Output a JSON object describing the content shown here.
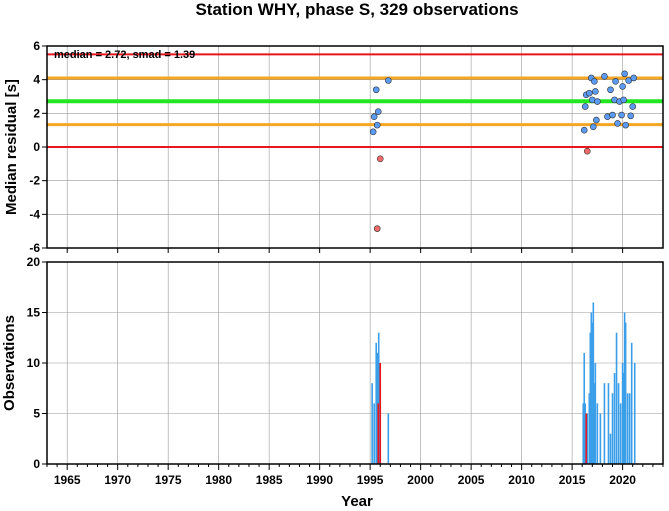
{
  "chart_data": [
    {
      "type": "scatter",
      "title": "Station WHY, phase S, 329 observations",
      "ylabel": "Median residual [s]",
      "xlim": [
        1963,
        2024
      ],
      "ylim": [
        -6,
        6
      ],
      "yticks": [
        -6,
        -4,
        -2,
        0,
        2,
        4,
        6
      ],
      "grid": true,
      "annotation": "median = 2.72, smad = 1.39",
      "reference_lines": [
        {
          "y": 5.5,
          "color": "#e8161c"
        },
        {
          "y": 4.1,
          "color": "#f5a623"
        },
        {
          "y": 2.72,
          "color": "#22e622"
        },
        {
          "y": 1.33,
          "color": "#f5a623"
        },
        {
          "y": 0.0,
          "color": "#e8161c"
        }
      ],
      "series": [
        {
          "color": "#5b9bf5",
          "points": [
            [
              1995.3,
              0.9
            ],
            [
              1995.4,
              1.8
            ],
            [
              1995.6,
              3.4
            ],
            [
              1995.7,
              1.3
            ],
            [
              1995.8,
              2.1
            ],
            [
              1996.8,
              3.95
            ],
            [
              2016.2,
              1.0
            ],
            [
              2016.3,
              2.4
            ],
            [
              2016.4,
              3.1
            ],
            [
              2016.7,
              3.2
            ],
            [
              2016.9,
              4.1
            ],
            [
              2017.0,
              2.8
            ],
            [
              2017.1,
              1.2
            ],
            [
              2017.2,
              3.9
            ],
            [
              2017.3,
              3.3
            ],
            [
              2017.4,
              1.6
            ],
            [
              2017.5,
              2.7
            ],
            [
              2018.2,
              4.2
            ],
            [
              2018.5,
              1.8
            ],
            [
              2018.8,
              3.4
            ],
            [
              2019.0,
              1.9
            ],
            [
              2019.2,
              2.8
            ],
            [
              2019.3,
              3.9
            ],
            [
              2019.5,
              1.4
            ],
            [
              2019.7,
              2.7
            ],
            [
              2019.9,
              1.9
            ],
            [
              2020.0,
              3.6
            ],
            [
              2020.1,
              2.8
            ],
            [
              2020.2,
              4.35
            ],
            [
              2020.3,
              1.3
            ],
            [
              2020.6,
              3.95
            ],
            [
              2020.8,
              1.85
            ],
            [
              2021.0,
              2.4
            ],
            [
              2021.1,
              4.1
            ]
          ]
        },
        {
          "color": "#f26b6b",
          "points": [
            [
              1995.7,
              -4.85
            ],
            [
              1996.0,
              -0.7
            ],
            [
              2016.5,
              -0.25
            ]
          ]
        }
      ]
    },
    {
      "type": "bar",
      "ylabel": "Observations",
      "xlabel": "Year",
      "xlim": [
        1963,
        2024
      ],
      "ylim": [
        0,
        20
      ],
      "yticks": [
        0,
        5,
        10,
        15,
        20
      ],
      "xticks": [
        1965,
        1970,
        1975,
        1980,
        1985,
        1990,
        1995,
        2000,
        2005,
        2010,
        2015,
        2020
      ],
      "grid": true,
      "series": [
        {
          "color": "#3b9ee8",
          "bars": [
            [
              1995.2,
              8
            ],
            [
              1995.4,
              6
            ],
            [
              1995.6,
              12
            ],
            [
              1995.75,
              11
            ],
            [
              1995.85,
              13
            ],
            [
              1996.0,
              8
            ],
            [
              1996.8,
              5
            ],
            [
              2016.1,
              6
            ],
            [
              2016.2,
              11
            ],
            [
              2016.3,
              6
            ],
            [
              2016.5,
              5
            ],
            [
              2016.7,
              7
            ],
            [
              2016.8,
              13
            ],
            [
              2016.9,
              15
            ],
            [
              2017.0,
              14
            ],
            [
              2017.1,
              16
            ],
            [
              2017.2,
              8
            ],
            [
              2017.3,
              10
            ],
            [
              2017.5,
              6
            ],
            [
              2017.8,
              5
            ],
            [
              2018.2,
              8
            ],
            [
              2018.6,
              8
            ],
            [
              2018.8,
              3
            ],
            [
              2019.0,
              7
            ],
            [
              2019.2,
              9
            ],
            [
              2019.4,
              13
            ],
            [
              2019.6,
              8
            ],
            [
              2019.8,
              6
            ],
            [
              2020.0,
              10
            ],
            [
              2020.1,
              9
            ],
            [
              2020.2,
              15
            ],
            [
              2020.3,
              14
            ],
            [
              2020.5,
              7
            ],
            [
              2020.7,
              7
            ],
            [
              2020.9,
              12
            ],
            [
              2021.2,
              10
            ]
          ]
        },
        {
          "color": "#e8161c",
          "bars": [
            [
              1995.8,
              6
            ],
            [
              1996.0,
              10
            ],
            [
              2016.4,
              5
            ]
          ]
        }
      ]
    }
  ]
}
